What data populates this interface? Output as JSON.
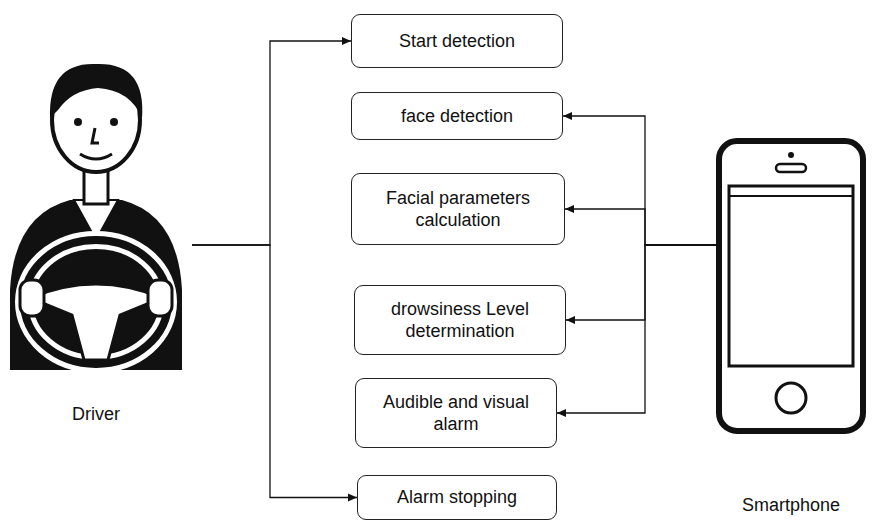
{
  "diagram": {
    "nodes": [
      {
        "text": [
          "Driver"
        ]
      },
      {
        "text": [
          "Start detection"
        ]
      },
      {
        "text": [
          "face detection"
        ]
      },
      {
        "text": [
          "Facial parameters calculation"
        ]
      },
      {
        "text": [
          "drowsiness Level determination"
        ]
      },
      {
        "text": [
          "Audible and visual alarm"
        ]
      },
      {
        "text": [
          "Alarm stopping"
        ]
      },
      {
        "text": [
          "Smartphone"
        ]
      }
    ],
    "edges": [
      {
        "from": 0,
        "to": 1,
        "arrow": "to"
      },
      {
        "from": 0,
        "to": 6,
        "arrow": "to"
      },
      {
        "from": 7,
        "to": 2,
        "arrow": "to"
      },
      {
        "from": 7,
        "to": 3,
        "arrow": "to"
      },
      {
        "from": 7,
        "to": 4,
        "arrow": "to"
      },
      {
        "from": 7,
        "to": 5,
        "arrow": "to"
      }
    ]
  }
}
